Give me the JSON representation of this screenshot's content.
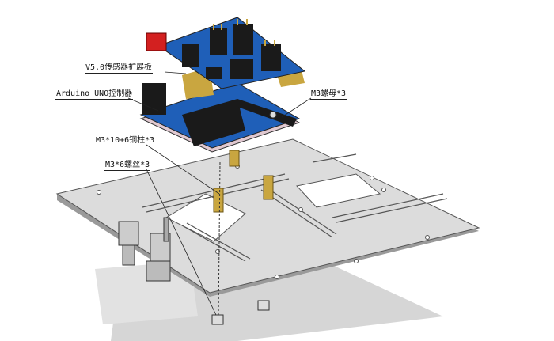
{
  "labels": {
    "shield": "V5.0传感器扩展板",
    "uno": "Arduino UNO控制器",
    "nut": "M3螺母*3",
    "standoff": "M3*10+6铜柱*3",
    "screw": "M3*6螺丝*3"
  },
  "colors": {
    "board_blue": "#1f5fb8",
    "plate": "#d9d9d9",
    "header_black": "#1a1a1a",
    "pin_gold": "#c9a640",
    "terminal_red": "#d32020",
    "shadow": "#cfcfcf"
  }
}
